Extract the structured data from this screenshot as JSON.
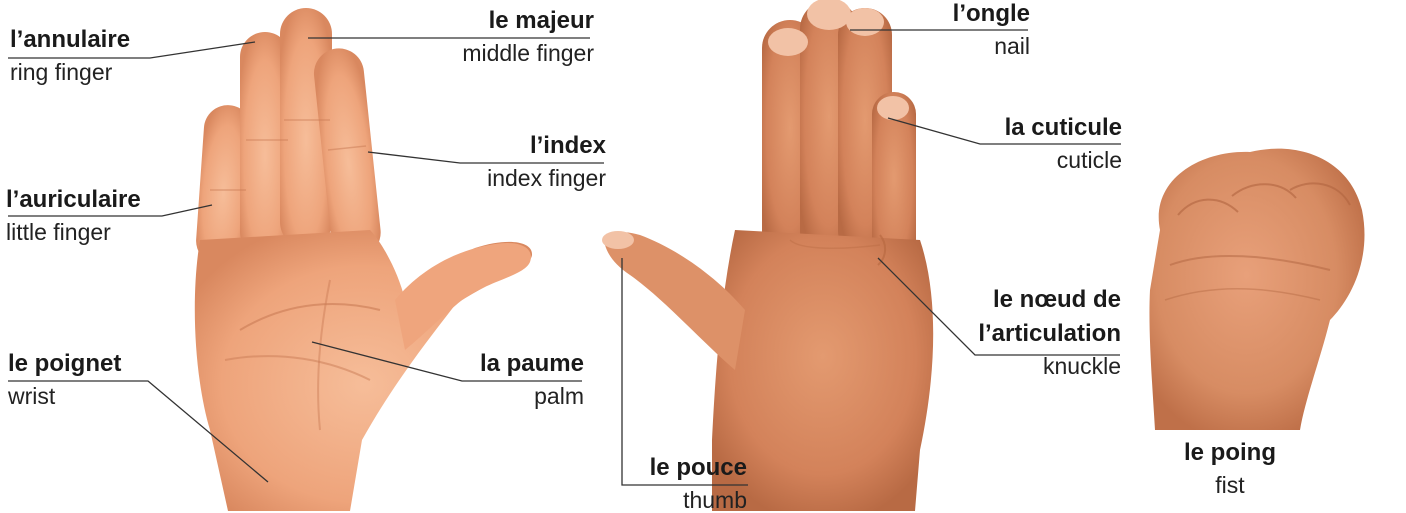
{
  "skin_colors": {
    "light": "#f4b08a",
    "mid": "#e8976d",
    "dark": "#c9704a",
    "crease": "#c87a55",
    "nail": "#f7cbb4"
  },
  "line_color": "#333333",
  "labels": {
    "ring_finger": {
      "fr": "l’annulaire",
      "en": "ring finger"
    },
    "middle_finger": {
      "fr": "le majeur",
      "en": "middle finger"
    },
    "index_finger": {
      "fr": "l’index",
      "en": "index finger"
    },
    "little_finger": {
      "fr": "l’auriculaire",
      "en": "little finger"
    },
    "wrist": {
      "fr": "le poignet",
      "en": "wrist"
    },
    "palm": {
      "fr": "la paume",
      "en": "palm"
    },
    "nail": {
      "fr": "l’ongle",
      "en": "nail"
    },
    "cuticle": {
      "fr": "la cuticule",
      "en": "cuticle"
    },
    "knuckle": {
      "fr_line1": "le nœud de",
      "fr_line2": "l’articulation",
      "en": "knuckle"
    },
    "thumb": {
      "fr": "le pouce",
      "en": "thumb"
    },
    "fist": {
      "fr": "le poing",
      "en": "fist"
    }
  }
}
